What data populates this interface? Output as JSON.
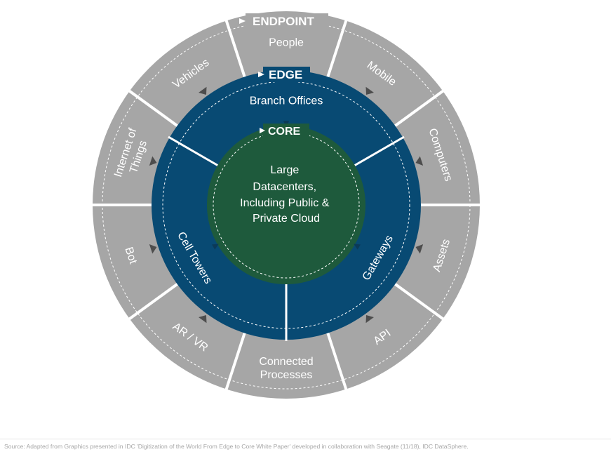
{
  "colors": {
    "endpoint_ring": "#a6a6a6",
    "edge_ring": "#084a73",
    "core_circle": "#1e5a3c",
    "divider": "#ffffff",
    "text": "#ffffff",
    "source_text": "#a6a6a6"
  },
  "endpoint": {
    "title": "ENDPOINT",
    "segments": [
      "People",
      "Mobile",
      "Computers",
      "Assets",
      "API",
      "Connected Processes",
      "AR / VR",
      "Bot",
      "Internet of Things",
      "Vehicles"
    ]
  },
  "edge": {
    "title": "EDGE",
    "segments": [
      "Branch Offices",
      "Gateways",
      "Cell Towers"
    ]
  },
  "core": {
    "title": "CORE",
    "label_lines": [
      "Large",
      "Datacenters,",
      "Including Public &",
      "Private Cloud"
    ]
  },
  "source": "Source: Adapted from Graphics presented in IDC 'Digitization of the World From Edge to Core White Paper' developed in collaboration with Seagate (11/18), IDC DataSphere."
}
